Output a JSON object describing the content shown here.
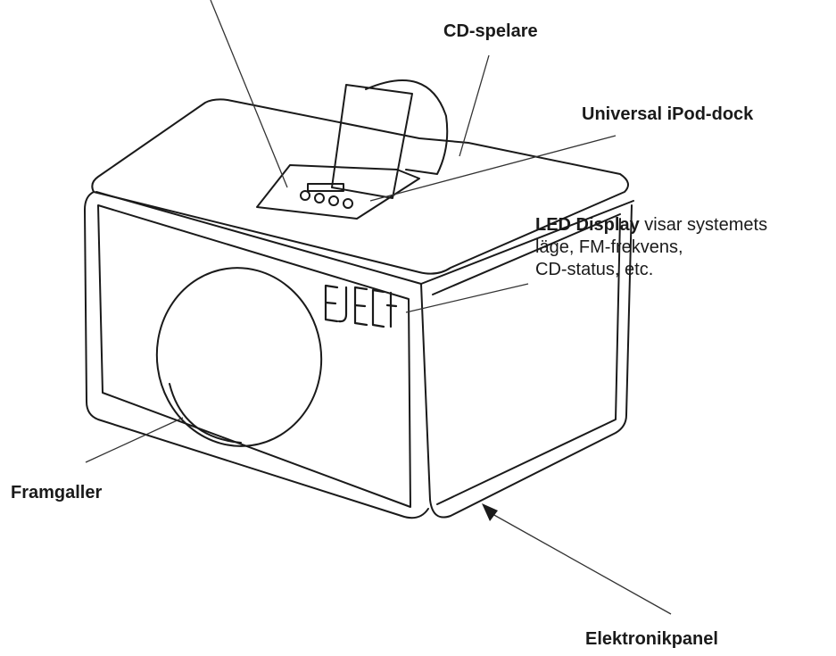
{
  "labels": {
    "cd_player": "CD-spelare",
    "ipod_dock": "Universal iPod-dock",
    "led_display": {
      "term": "LED Display",
      "rest_line1": " visar systemets",
      "line2": "läge, FM-frekvens,",
      "line3": "CD-status, etc."
    },
    "front_grille": "Framgaller",
    "electronics_panel": "Elektronikpanel"
  },
  "display_text": "EJECt",
  "colors": {
    "line": "#1a1a1a",
    "text": "#1a1a1a",
    "background": "#ffffff"
  }
}
